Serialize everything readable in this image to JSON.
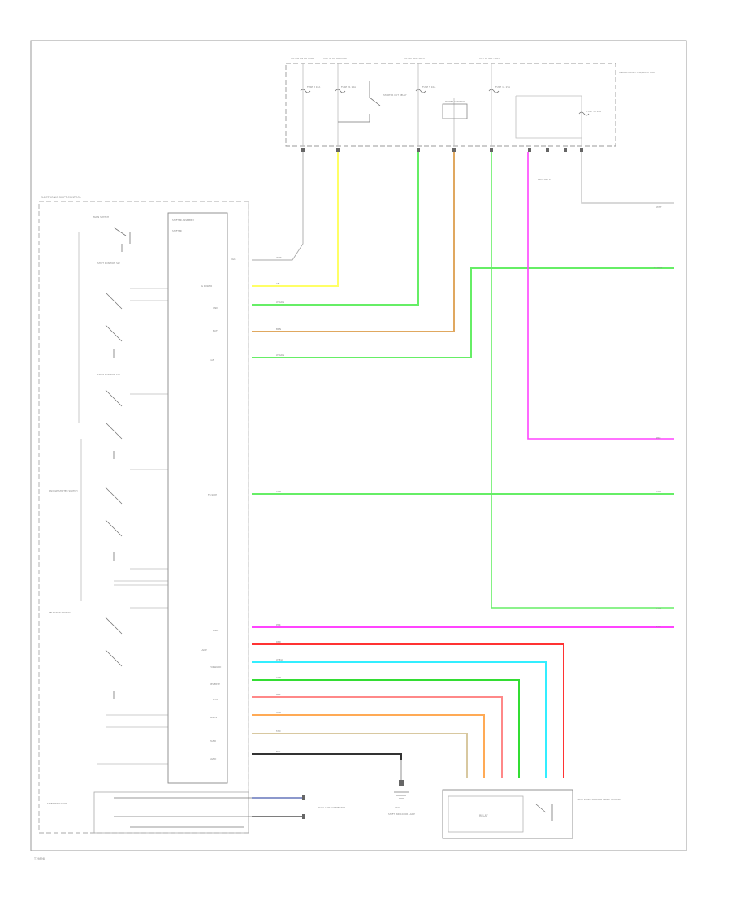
{
  "diagram": {
    "footer_code": "T79898",
    "colors": {
      "yellow": "#ffff66",
      "lightgreen": "#66ee66",
      "brown": "#e0a860",
      "magenta": "#ff44ff",
      "red": "#ff3333",
      "cyan": "#33eeff",
      "green": "#33dd33",
      "pink": "#ff8888",
      "orange": "#ffaa55",
      "tan": "#d8c8a0",
      "gray": "#aaaaaa",
      "blue": "#5577ff",
      "black": "#333333"
    },
    "top_box": {
      "headers": [
        "HOT IN ON OR START",
        "HOT IN ON OR START",
        "HOT AT ALL TIMES",
        "HOT AT ALL TIMES"
      ],
      "fuses": [
        "FUSE 3 10A",
        "FUSE 21 15A",
        "FUSE 5 10A",
        "FUSE 11 15A",
        "FUSE 38 10A"
      ],
      "relay_label": "STARTER CUT RELAY",
      "module_label": "POWER CONTROL",
      "side_label": "UNDER-HOOD FUSE/RELAY BOX",
      "sub_label": "HEAT RELAY"
    },
    "left_box": {
      "title": "ELECTRONIC SHIFT CONTROL",
      "sections": [
        "MAIN SWITCH",
        "SHIFT POSITION SW",
        "SHIFT POSITION SW",
        "PADDLE SHIFTER SWITCH",
        "SELECTOR SWITCH"
      ],
      "bottom_section": "SHIFT INDICATOR"
    },
    "module": {
      "title": "SHIFTER ASSEMBLY",
      "subtitle": "SHIFTER",
      "pins": [
        "IG1",
        "IG POWER",
        "GND",
        "BATT",
        "CAN",
        "FR-SIDE",
        "PARK",
        "LAMP",
        "FORWARD",
        "REVERSE",
        "PLUS",
        "MINUS",
        "PGND",
        "AGND"
      ]
    },
    "wires": [
      {
        "label": "WHT",
        "color_key": "gray"
      },
      {
        "label": "YEL",
        "color_key": "yellow"
      },
      {
        "label": "LT GRN",
        "color_key": "lightgreen"
      },
      {
        "label": "BRN",
        "color_key": "brown"
      },
      {
        "label": "LT GRN",
        "color_key": "lightgreen"
      },
      {
        "label": "GRN",
        "color_key": "lightgreen"
      },
      {
        "label": "PNK",
        "color_key": "magenta"
      },
      {
        "label": "RED",
        "color_key": "red"
      },
      {
        "label": "LT BLU",
        "color_key": "cyan"
      },
      {
        "label": "GRN",
        "color_key": "green"
      },
      {
        "label": "PNK",
        "color_key": "pink"
      },
      {
        "label": "ORN",
        "color_key": "orange"
      },
      {
        "label": "TAN",
        "color_key": "tan"
      },
      {
        "label": "BLK",
        "color_key": "black"
      }
    ],
    "right_labels": [
      "WHT",
      "LT GRN",
      "PNK",
      "GRN",
      "GRN",
      "PNK"
    ],
    "ground_label": "G501",
    "relay_box": {
      "label": "RELAY",
      "side_label": "ELECTRONIC PARKING BRAKE MODULE"
    },
    "bottom_left_label": "DATA LINK CONNECTOR",
    "stop_label": "SHIFT INDICATOR LAMP"
  }
}
